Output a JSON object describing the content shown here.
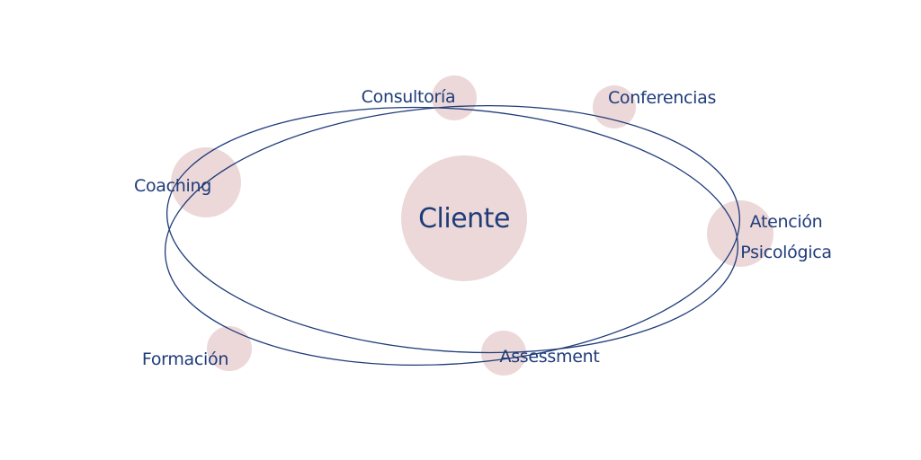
{
  "colors": {
    "node_fill": "#ecd8d8",
    "orbit_stroke": "#1f3c7a",
    "text": "#1f3c7a",
    "background": "#ffffff"
  },
  "center": {
    "label": "Cliente"
  },
  "nodes": {
    "consultoria": "Consultoría",
    "conferencias": "Conferencias",
    "coaching": "Coaching",
    "atencion_line1": "Atención",
    "atencion_line2": "Psicológica",
    "formacion": "Formación",
    "assessment": "Assessment"
  }
}
